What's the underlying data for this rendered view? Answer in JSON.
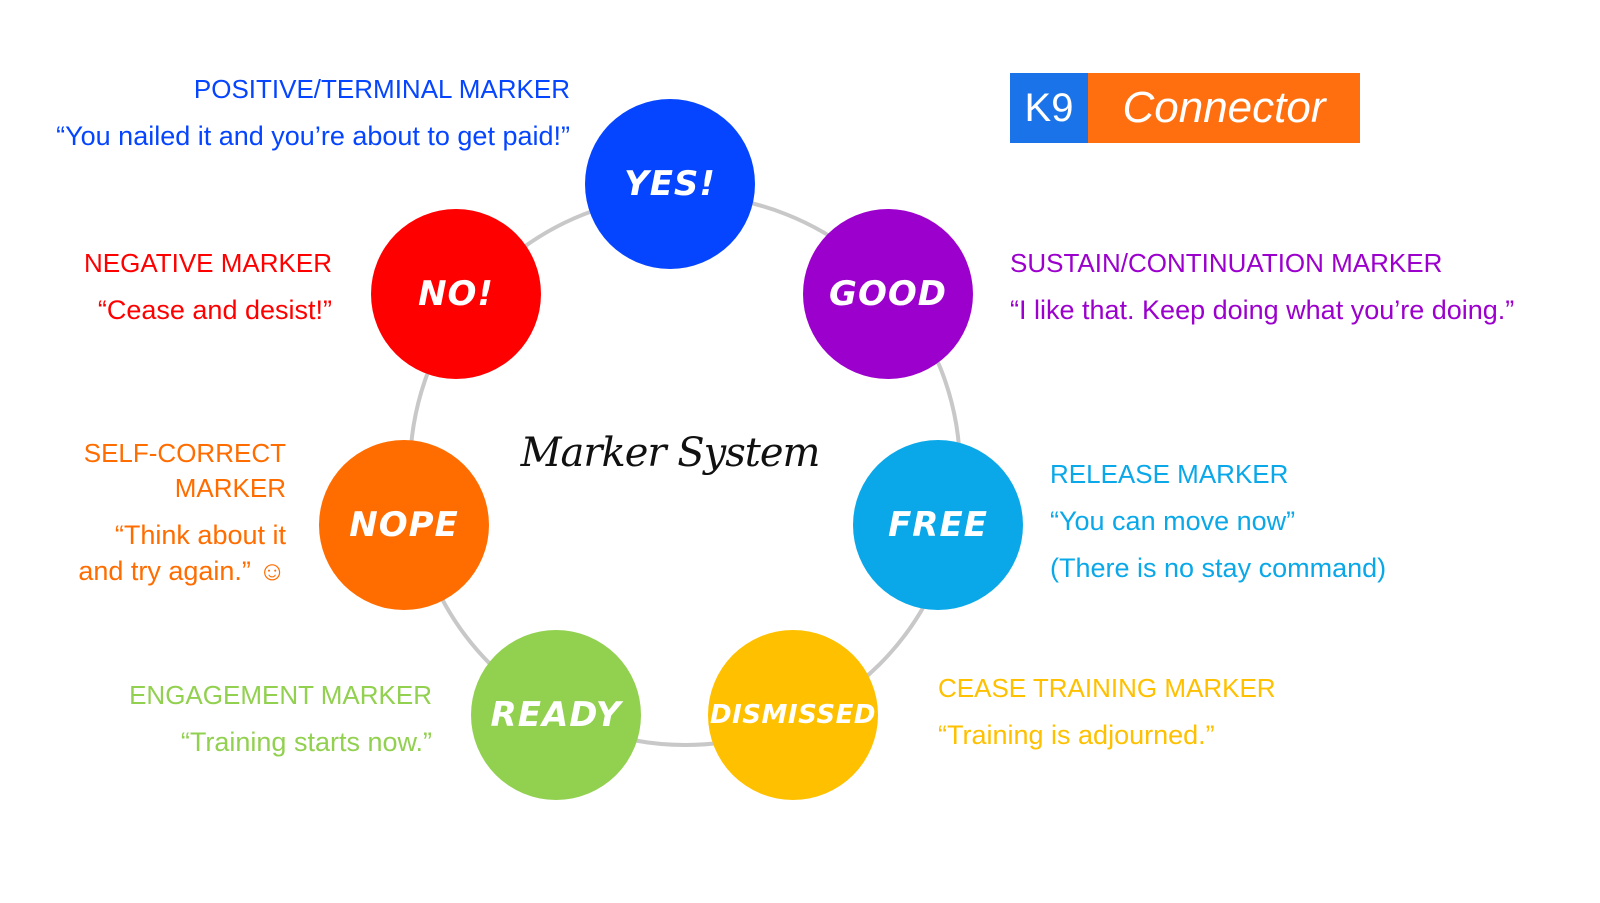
{
  "logo": {
    "part1": "K9",
    "part2": "Connector",
    "color1": "#1a73e8",
    "color2": "#ff6f0f"
  },
  "center_title": "Marker System",
  "ring_color": "#c8c8c8",
  "markers": [
    {
      "id": "yes",
      "label": "YES!",
      "color": "#0545ff",
      "title": "POSITIVE/TERMINAL MARKER",
      "quote": "“You nailed it and you’re about to get paid!”"
    },
    {
      "id": "good",
      "label": "GOOD",
      "color": "#9b00cc",
      "title": "SUSTAIN/CONTINUATION MARKER",
      "quote": "“I like that. Keep doing what you’re doing.”"
    },
    {
      "id": "free",
      "label": "FREE",
      "color": "#0aa8e8",
      "title": "RELEASE MARKER",
      "quote": "“You can move now”",
      "note": "(There is no stay command)"
    },
    {
      "id": "dismissed",
      "label": "DISMISSED",
      "color": "#ffc000",
      "title": "CEASE TRAINING MARKER",
      "quote": "“Training is adjourned.”"
    },
    {
      "id": "ready",
      "label": "READY",
      "color": "#92d050",
      "title": "ENGAGEMENT MARKER",
      "quote": "“Training starts now.”"
    },
    {
      "id": "nope",
      "label": "NOPE",
      "color": "#ff6d00",
      "title": "SELF-CORRECT\nMARKER",
      "quote": "“Think about it\nand try again.” ☺"
    },
    {
      "id": "no",
      "label": "NO!",
      "color": "#ff0000",
      "title": "NEGATIVE MARKER",
      "quote": "“Cease and desist!”"
    }
  ]
}
